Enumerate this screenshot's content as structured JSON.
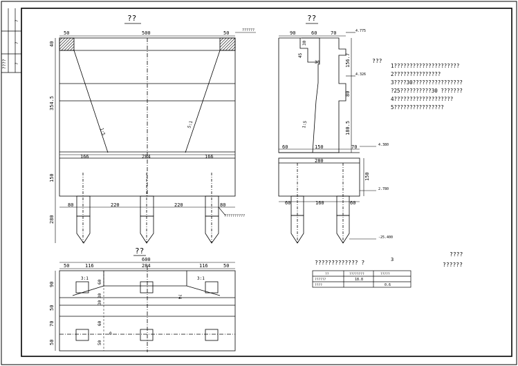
{
  "views": {
    "elevation_title": "??",
    "side_title": "??",
    "plan_title": "??"
  },
  "elevation": {
    "top_dims": [
      "50",
      "500",
      "50"
    ],
    "left_dims": [
      "40",
      "354.5",
      "150",
      "280"
    ],
    "slopes": [
      "1:5",
      "5:1"
    ],
    "mid_dims": [
      "166",
      "284",
      "166"
    ],
    "pile_dims": [
      "80",
      "220",
      "220",
      "80"
    ],
    "top_note": "??????",
    "pile_note": "??????????"
  },
  "side": {
    "top_dims": [
      "90",
      "60",
      "70"
    ],
    "right_dims": [
      "156.7",
      "80",
      "180.5",
      "150"
    ],
    "inner_dims": [
      "45",
      "30",
      "30"
    ],
    "slope": "1:5",
    "mid_dims": [
      "60",
      "150",
      "70"
    ],
    "total_width": "280",
    "pile_dims": [
      "60",
      "160",
      "60"
    ],
    "elevations": [
      "4.775",
      "4.326",
      "4.380",
      "2.780",
      "-25.400"
    ]
  },
  "plan": {
    "total_dim": "600",
    "top_dims": [
      "50",
      "116",
      "284",
      "116",
      "50"
    ],
    "left_dims": [
      "90",
      "50",
      "70",
      "50"
    ],
    "inner_dims": [
      "60",
      "30",
      "30",
      "60",
      "50"
    ],
    "slopes": [
      "3:1",
      "3:1"
    ],
    "center_mark": "0",
    "side_mark": "?4"
  },
  "notes": {
    "heading": "???",
    "lines": [
      "1?????????????????????",
      "2???????????????",
      "3????30????????????????",
      "?25??????????30 ???????",
      "4???????????????????",
      "5????????????????"
    ]
  },
  "table": {
    "title": "?????????????  ?",
    "number": "3",
    "headers": [
      "??",
      "????????",
      "?????"
    ],
    "rows": [
      [
        "??????",
        "18.8",
        ""
      ],
      [
        "????",
        "",
        "0.6"
      ]
    ]
  },
  "title_block": {
    "line1": "????",
    "line2": "??????"
  },
  "frame_strip": [
    "?",
    "?",
    "?",
    "????"
  ]
}
